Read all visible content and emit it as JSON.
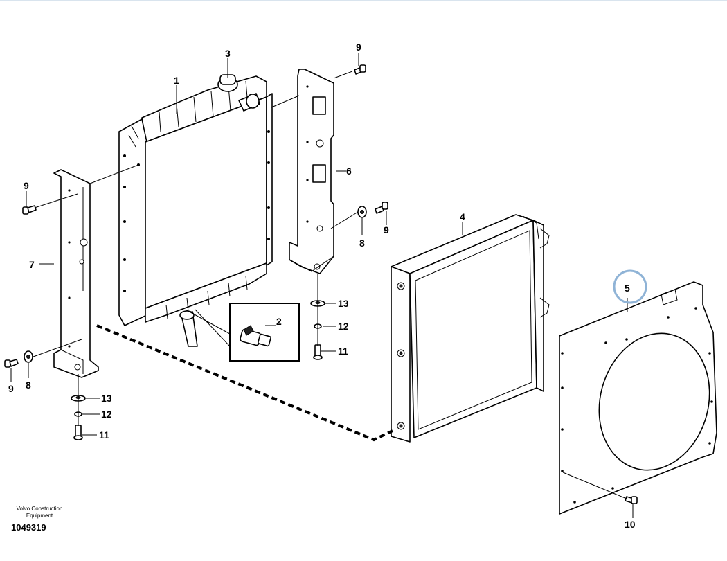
{
  "footer": {
    "brand_line1": "Volvo Construction",
    "brand_line2": "Equipment",
    "doc_number": "1049319"
  },
  "labels": {
    "radiator": "1",
    "sensor": "2",
    "cap": "3",
    "cooler": "4",
    "shroud": "5",
    "bracket_right": "6",
    "bracket_left": "7",
    "washer_left": "8",
    "washer_right": "8",
    "screw_top": "9",
    "screw_left_top": "9",
    "screw_mid": "9",
    "screw_left_bottom": "9",
    "screw_shroud": "10",
    "bolt_right": "11",
    "bolt_left": "11",
    "lockwasher_right": "12",
    "lockwasher_left": "12",
    "flatwasher_right": "13",
    "flatwasher_left": "13"
  },
  "highlight": {
    "target": "5",
    "color": "#8fb3d6"
  }
}
